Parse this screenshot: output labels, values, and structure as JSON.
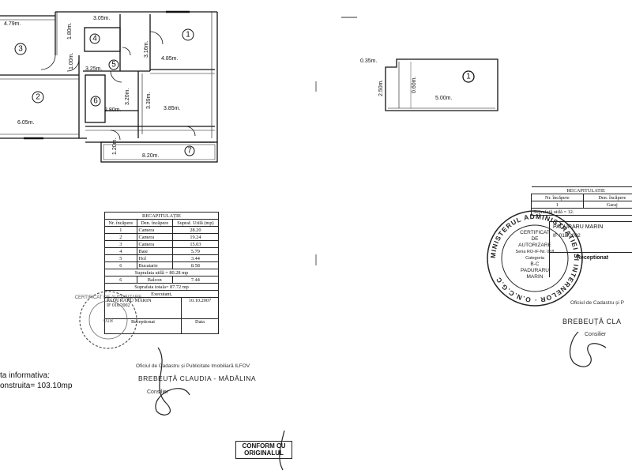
{
  "plan_left": {
    "dims": {
      "d_479": "4.79m.",
      "d_305": "3.05m.",
      "d_180": "1.80m.",
      "d_100": "1.00m.",
      "d_325": "3.25m.",
      "d_316": "3.16m.",
      "d_485": "4.85m.",
      "d_605": "6.05m.",
      "d_280": "2.80m.",
      "d_320": "3.20m.",
      "d_339": "3.39m.",
      "d_385": "3.85m.",
      "d_120": "1.20m.",
      "d_820": "8.20m."
    },
    "rooms": [
      "1",
      "2",
      "3",
      "4",
      "5",
      "6",
      "7"
    ]
  },
  "plan_right": {
    "dims": {
      "d_035": "0.35m.",
      "d_250": "2.50m.",
      "d_060": "0.60m.",
      "d_500": "5.00m."
    },
    "room": "1"
  },
  "recap_left": {
    "title": "RECAPITULAȚIE",
    "headers": [
      "Nr. încăpere",
      "Den. încăpere",
      "Supraf. Utilă (mp)"
    ],
    "rows": [
      [
        "1",
        "Camera",
        "28.20"
      ],
      [
        "2",
        "Camera",
        "19.24"
      ],
      [
        "3",
        "Camera",
        "15.03"
      ],
      [
        "4",
        "Baie",
        "5.79"
      ],
      [
        "5",
        "Hol",
        "3.44"
      ],
      [
        "6",
        "Bucatarie",
        "8.58"
      ]
    ],
    "useful_total": "Suprafata utilă = 80.28 mp",
    "balcony_row": [
      "6",
      "Balcon",
      "7.44"
    ],
    "grand_total": "Suprafata totala= 87.72 mp",
    "executant_label": "Executant,",
    "executant_name": "PADURARU MARIN",
    "executant_code": "IF 018/2002",
    "executant_date": "10.10.2007",
    "receptionat_label": "Receptionat",
    "data_label": "Data"
  },
  "recap_right": {
    "title": "RECAPITULATIE",
    "headers": [
      "Nr. încăpere",
      "Den. încăpere"
    ],
    "row": [
      "1",
      "Garaj"
    ],
    "useful_total": "Suprafață utilă = 12.",
    "executant_name": "PADURARU MARIN",
    "executant_code": "IF 018/2002",
    "receptionat_label": "Receptionat"
  },
  "stamp_right": {
    "ring_text": "MINISTERUL ADMINISTRATIEI SI INTERNELOR · O.N.C.G.C",
    "center_lines": [
      "CERTIFICAT",
      "DE",
      "AUTORIZARE",
      "Seria RO-IF-Nr. 018",
      "Categoria",
      "B-C",
      "PADURARU",
      "MARIN"
    ]
  },
  "stamp_left": {
    "ring_text": "CERTIFICAT DE AUTORIZARE",
    "center_lines": [
      "018"
    ]
  },
  "office_left": {
    "line1": "Oficiul de Cadastru și Publicitate Imobiliară ILFOV",
    "line2": "BREBEUȚĂ CLAUDIA - MĂDĂLINA",
    "line3": "Consilier"
  },
  "office_right": {
    "line1": "Oficiul de Cadastru și P",
    "line2": "BREBEUȚĂ CLA",
    "line3": "Consilier"
  },
  "info_text": {
    "line1": "ta informativa:",
    "line2": "onstruita= 103.10mp"
  },
  "conform_stamp": {
    "line1": "CONFORM CU",
    "line2": "ORIGINALUL"
  }
}
